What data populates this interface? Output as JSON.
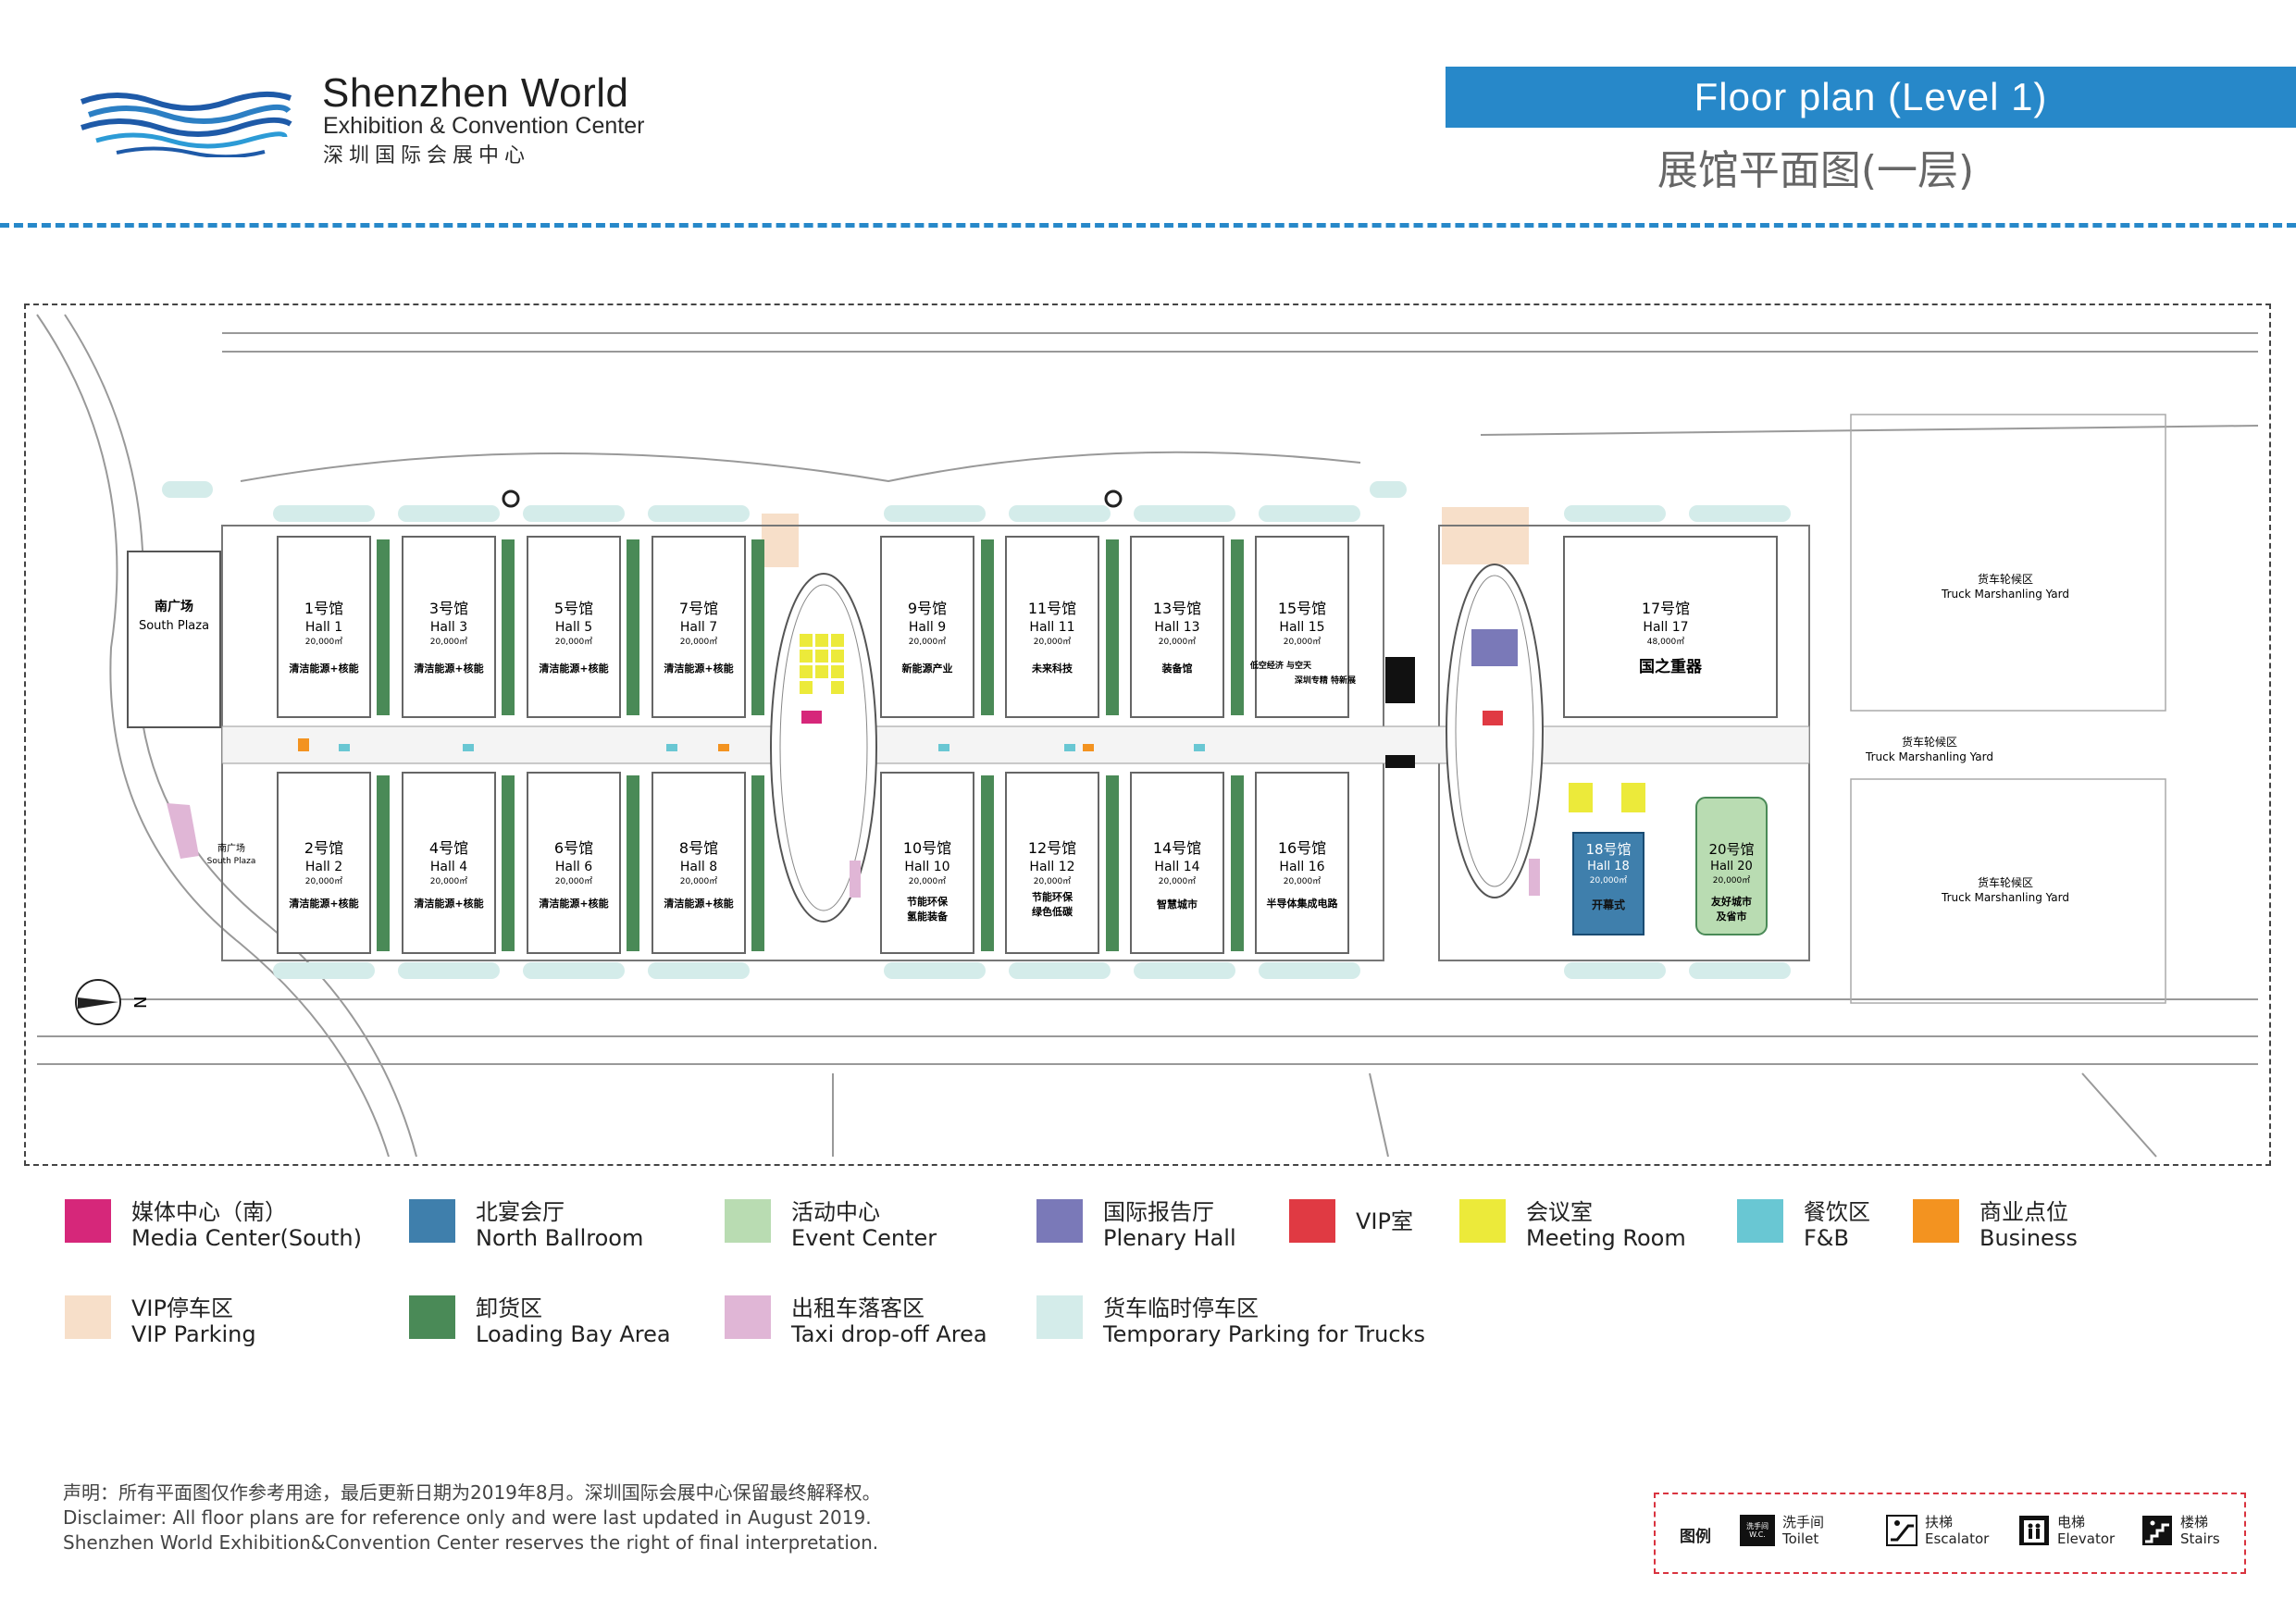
{
  "header": {
    "brand_title": "Shenzhen World",
    "brand_subtitle": "Exhibition & Convention Center",
    "brand_cn": "深圳国际会展中心",
    "title_en": "Floor plan (Level 1)",
    "title_cn": "展馆平面图(一层)"
  },
  "colors": {
    "accent": "#2788c9",
    "hall_fill": "#ffffff",
    "media_center_south": "#d6277a",
    "north_ballroom": "#3f7fac",
    "event_center": "#b9dcb2",
    "plenary_hall": "#7a79b8",
    "vip_room": "#e03a43",
    "meeting_room": "#ecea3a",
    "fnb": "#69c7d3",
    "business": "#f39320",
    "vip_parking": "#f7dfc9",
    "loading_bay": "#4a8a57",
    "taxi_dropoff": "#e0b6d6",
    "temp_truck_parking": "#d4ecea"
  },
  "map": {
    "north_mark": "N",
    "south_plaza": {
      "cn": "南广场",
      "en": "South Plaza"
    },
    "south_plaza_small": {
      "cn": "南广场",
      "en": "South Plaza"
    },
    "truck_yards": [
      {
        "cn": "货车轮候区",
        "en": "Truck Marshanling Yard"
      },
      {
        "cn": "货车轮候区",
        "en": "Truck Marshanling Yard"
      },
      {
        "cn": "货车轮候区",
        "en": "Truck Marshanling Yard"
      }
    ],
    "halls_top": [
      {
        "cn": "1号馆",
        "en": "Hall 1",
        "area": "20,000㎡",
        "theme": "清洁能源+核能"
      },
      {
        "cn": "3号馆",
        "en": "Hall 3",
        "area": "20,000㎡",
        "theme": "清洁能源+核能"
      },
      {
        "cn": "5号馆",
        "en": "Hall 5",
        "area": "20,000㎡",
        "theme": "清洁能源+核能"
      },
      {
        "cn": "7号馆",
        "en": "Hall 7",
        "area": "20,000㎡",
        "theme": "清洁能源+核能"
      },
      {
        "cn": "9号馆",
        "en": "Hall 9",
        "area": "20,000㎡",
        "theme": "新能源产业"
      },
      {
        "cn": "11号馆",
        "en": "Hall 11",
        "area": "20,000㎡",
        "theme": "未来科技"
      },
      {
        "cn": "13号馆",
        "en": "Hall 13",
        "area": "20,000㎡",
        "theme": "装备馆"
      },
      {
        "cn": "15号馆",
        "en": "Hall 15",
        "area": "20,000㎡",
        "theme": "低空经济 与空天",
        "theme2": "深圳专精 特新展"
      }
    ],
    "halls_bottom": [
      {
        "cn": "2号馆",
        "en": "Hall 2",
        "area": "20,000㎡",
        "theme": "清洁能源+核能"
      },
      {
        "cn": "4号馆",
        "en": "Hall 4",
        "area": "20,000㎡",
        "theme": "清洁能源+核能"
      },
      {
        "cn": "6号馆",
        "en": "Hall 6",
        "area": "20,000㎡",
        "theme": "清洁能源+核能"
      },
      {
        "cn": "8号馆",
        "en": "Hall 8",
        "area": "20,000㎡",
        "theme": "清洁能源+核能"
      },
      {
        "cn": "10号馆",
        "en": "Hall 10",
        "area": "20,000㎡",
        "theme": "节能环保",
        "theme2": "氢能装备"
      },
      {
        "cn": "12号馆",
        "en": "Hall 12",
        "area": "20,000㎡",
        "theme": "节能环保",
        "theme2": "绿色低碳"
      },
      {
        "cn": "14号馆",
        "en": "Hall 14",
        "area": "20,000㎡",
        "theme": "智慧城市"
      },
      {
        "cn": "16号馆",
        "en": "Hall 16",
        "area": "20,000㎡",
        "theme": "半导体集成电路"
      }
    ],
    "hall17": {
      "cn": "17号馆",
      "en": "Hall 17",
      "area": "48,000㎡",
      "theme": "国之重器"
    },
    "hall18": {
      "cn": "18号馆",
      "en": "Hall 18",
      "area": "20,000㎡",
      "theme": "开幕式"
    },
    "hall20": {
      "cn": "20号馆",
      "en": "Hall 20",
      "area": "20,000㎡",
      "theme": "友好城市",
      "theme2": "及省市"
    }
  },
  "legend": [
    {
      "cn": "媒体中心（南）",
      "en": "Media Center(South)",
      "color_key": "media_center_south"
    },
    {
      "cn": "北宴会厅",
      "en": "North Ballroom",
      "color_key": "north_ballroom"
    },
    {
      "cn": "活动中心",
      "en": "Event Center",
      "color_key": "event_center"
    },
    {
      "cn": "国际报告厅",
      "en": "Plenary Hall",
      "color_key": "plenary_hall"
    },
    {
      "cn": "VIP室",
      "en": "",
      "color_key": "vip_room"
    },
    {
      "cn": "会议室",
      "en": "Meeting Room",
      "color_key": "meeting_room"
    },
    {
      "cn": "餐饮区",
      "en": "F&B",
      "color_key": "fnb"
    },
    {
      "cn": "商业点位",
      "en": "Business",
      "color_key": "business"
    },
    {
      "cn": "VIP停车区",
      "en": "VIP Parking",
      "color_key": "vip_parking"
    },
    {
      "cn": "卸货区",
      "en": "Loading Bay Area",
      "color_key": "loading_bay"
    },
    {
      "cn": "出租车落客区",
      "en": "Taxi drop-off Area",
      "color_key": "taxi_dropoff"
    },
    {
      "cn": "货车临时停车区",
      "en": "Temporary Parking for Trucks",
      "color_key": "temp_truck_parking"
    }
  ],
  "disclaimer": {
    "line1": "声明：所有平面图仅作参考用途，最后更新日期为2019年8月。深圳国际会展中心保留最终解释权。",
    "line2": "Disclaimer: All floor plans are for reference only and were last updated in August 2019.",
    "line3": "Shenzhen World Exhibition&Convention Center reserves the right of final interpretation."
  },
  "icon_key": {
    "label": "图例",
    "items": [
      {
        "icon": "toilet-icon",
        "icon_text": "洗手间 W.C.",
        "cn": "洗手间",
        "en": "Toilet"
      },
      {
        "icon": "escalator-icon",
        "icon_text": "",
        "cn": "扶梯",
        "en": "Escalator"
      },
      {
        "icon": "elevator-icon",
        "icon_text": "",
        "cn": "电梯",
        "en": "Elevator"
      },
      {
        "icon": "stairs-icon",
        "icon_text": "",
        "cn": "楼梯",
        "en": "Stairs"
      }
    ]
  }
}
